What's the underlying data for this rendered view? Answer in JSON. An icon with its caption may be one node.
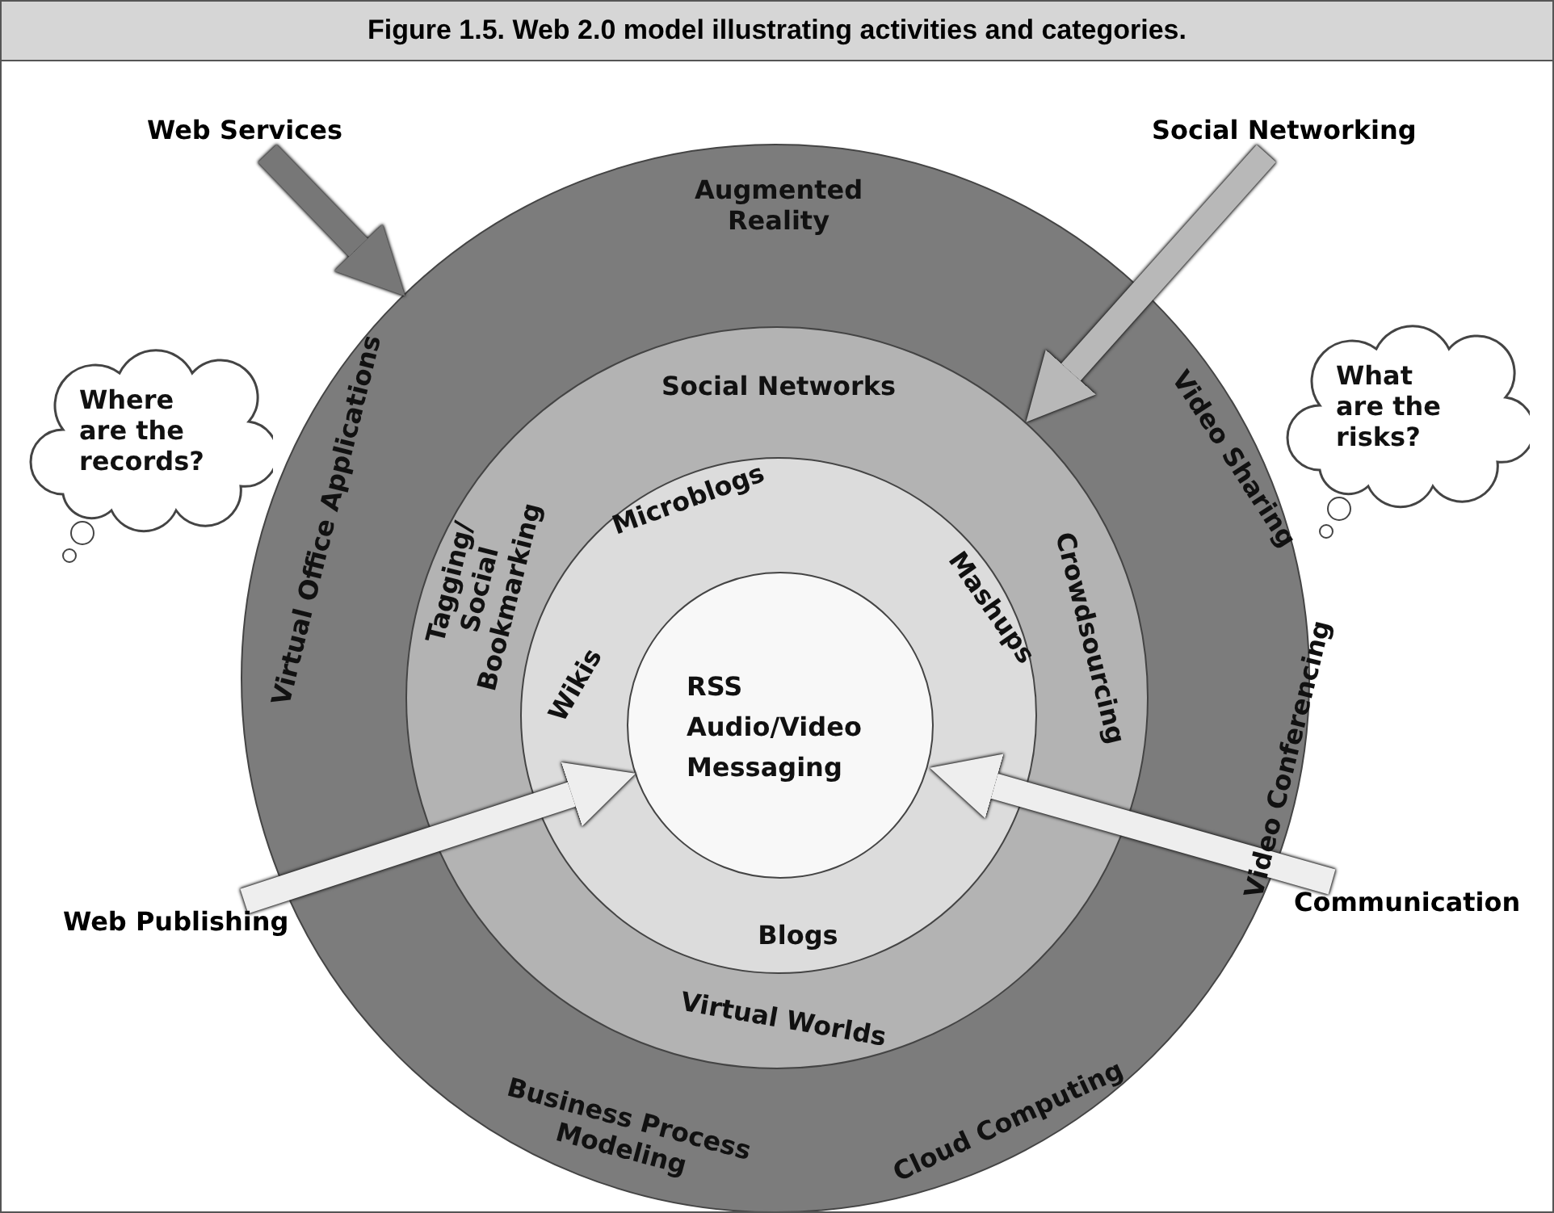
{
  "diagram": {
    "title": "Figure 1.5. Web 2.0 model illustrating activities and categories.",
    "nodes": [
      {
        "text": [
          "Augmented Reality",
          "Virtual Office Applications",
          "Video Sharing",
          "Video Conferencing",
          "Cloud Computing",
          "Business Process Modeling"
        ]
      },
      {
        "text": [
          "Social Networks",
          "Tagging/ Social Bookmarking",
          "Crowdsourcing",
          "Virtual Worlds"
        ],
        "in": 0
      },
      {
        "text": [
          "Microblogs",
          "Mashups",
          "Wikis",
          "Blogs"
        ],
        "in": 1
      },
      {
        "text": [
          "RSS",
          "Audio/Video",
          "Messaging"
        ],
        "in": 2
      },
      {
        "text": [
          "Web Services"
        ]
      },
      {
        "text": [
          "Social Networking"
        ]
      },
      {
        "text": [
          "Web Publishing"
        ]
      },
      {
        "text": [
          "Communication"
        ]
      },
      {
        "text": [
          "Where are the records?"
        ]
      },
      {
        "text": [
          "What are the risks?"
        ]
      }
    ],
    "edges": [
      {
        "from": 4,
        "to": 0,
        "arrow": "to",
        "color": "#777777"
      },
      {
        "from": 5,
        "to": 1,
        "arrow": "to",
        "color": "#b8b8b8"
      },
      {
        "from": 6,
        "to": 3,
        "arrow": "to",
        "color": "#eeeeee"
      },
      {
        "from": 7,
        "to": 3,
        "arrow": "to",
        "color": "#eeeeee"
      }
    ]
  }
}
